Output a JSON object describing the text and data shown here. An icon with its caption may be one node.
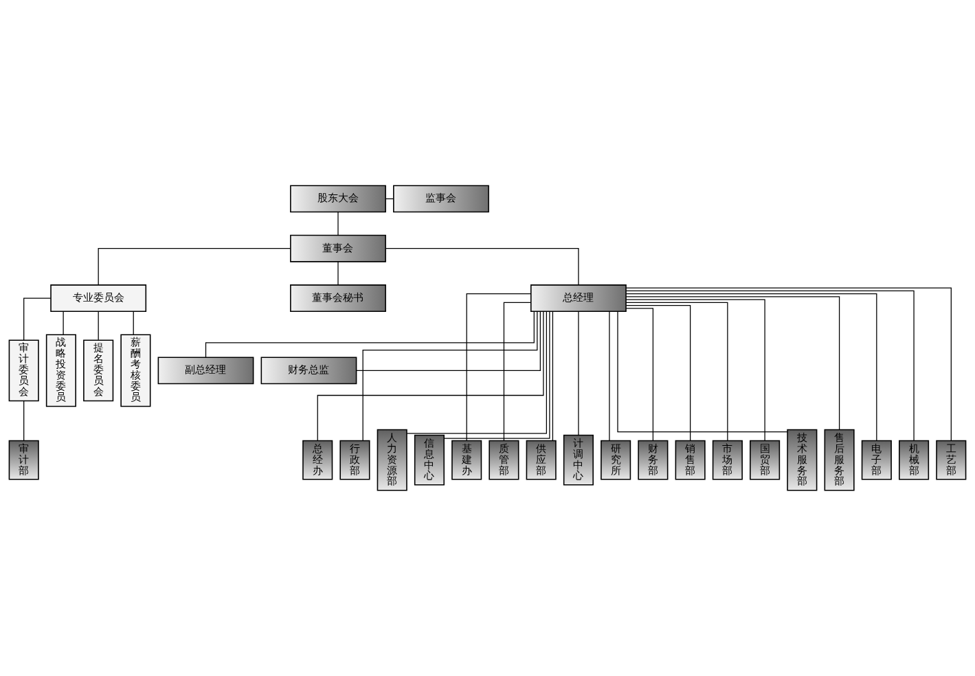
{
  "diagram": {
    "nodes": [
      {
        "text": [
          "股东大会"
        ]
      },
      {
        "text": [
          "监事会"
        ]
      },
      {
        "text": [
          "董事会"
        ]
      },
      {
        "text": [
          "专业委员会"
        ]
      },
      {
        "text": [
          "董事会秘书"
        ]
      },
      {
        "text": [
          "总经理"
        ]
      },
      {
        "text": [
          "审计委员会"
        ]
      },
      {
        "text": [
          "战略投资委员"
        ]
      },
      {
        "text": [
          "提名委员会"
        ]
      },
      {
        "text": [
          "薪酬考核委员"
        ]
      },
      {
        "text": [
          "副总经理"
        ]
      },
      {
        "text": [
          "财务总监"
        ]
      },
      {
        "text": [
          "审计部"
        ]
      },
      {
        "text": [
          "总经办"
        ]
      },
      {
        "text": [
          "行政部"
        ]
      },
      {
        "text": [
          "人力资源部"
        ]
      },
      {
        "text": [
          "信息中心"
        ]
      },
      {
        "text": [
          "基建办"
        ]
      },
      {
        "text": [
          "质管部"
        ]
      },
      {
        "text": [
          "供应部"
        ]
      },
      {
        "text": [
          "计调中心"
        ]
      },
      {
        "text": [
          "研究所"
        ]
      },
      {
        "text": [
          "财务部"
        ]
      },
      {
        "text": [
          "销售部"
        ]
      },
      {
        "text": [
          "市场部"
        ]
      },
      {
        "text": [
          "国贸部"
        ]
      },
      {
        "text": [
          "技术服务部"
        ]
      },
      {
        "text": [
          "售后服务部"
        ]
      },
      {
        "text": [
          "电子部"
        ]
      },
      {
        "text": [
          "机械部"
        ]
      },
      {
        "text": [
          "工艺部"
        ]
      }
    ],
    "edges": [
      {
        "from": 0,
        "to": 1,
        "arrow": "none"
      },
      {
        "from": 0,
        "to": 2,
        "arrow": "none"
      },
      {
        "from": 2,
        "to": 3,
        "arrow": "none"
      },
      {
        "from": 2,
        "to": 4,
        "arrow": "none"
      },
      {
        "from": 2,
        "to": 5,
        "arrow": "none"
      },
      {
        "from": 3,
        "to": 6,
        "arrow": "none"
      },
      {
        "from": 3,
        "to": 7,
        "arrow": "none"
      },
      {
        "from": 3,
        "to": 8,
        "arrow": "none"
      },
      {
        "from": 3,
        "to": 9,
        "arrow": "none"
      },
      {
        "from": 5,
        "to": 10,
        "arrow": "none"
      },
      {
        "from": 5,
        "to": 11,
        "arrow": "none"
      },
      {
        "from": 6,
        "to": 12,
        "arrow": "none"
      },
      {
        "from": 5,
        "to": 13,
        "arrow": "none"
      },
      {
        "from": 5,
        "to": 14,
        "arrow": "none"
      },
      {
        "from": 5,
        "to": 15,
        "arrow": "none"
      },
      {
        "from": 5,
        "to": 16,
        "arrow": "none"
      },
      {
        "from": 5,
        "to": 17,
        "arrow": "none"
      },
      {
        "from": 5,
        "to": 18,
        "arrow": "none"
      },
      {
        "from": 5,
        "to": 19,
        "arrow": "none"
      },
      {
        "from": 5,
        "to": 20,
        "arrow": "none"
      },
      {
        "from": 5,
        "to": 21,
        "arrow": "none"
      },
      {
        "from": 5,
        "to": 22,
        "arrow": "none"
      },
      {
        "from": 5,
        "to": 23,
        "arrow": "none"
      },
      {
        "from": 5,
        "to": 24,
        "arrow": "none"
      },
      {
        "from": 5,
        "to": 25,
        "arrow": "none"
      },
      {
        "from": 5,
        "to": 26,
        "arrow": "none"
      },
      {
        "from": 5,
        "to": 27,
        "arrow": "none"
      },
      {
        "from": 5,
        "to": 28,
        "arrow": "none"
      },
      {
        "from": 5,
        "to": 29,
        "arrow": "none"
      },
      {
        "from": 5,
        "to": 30,
        "arrow": "none"
      }
    ]
  }
}
